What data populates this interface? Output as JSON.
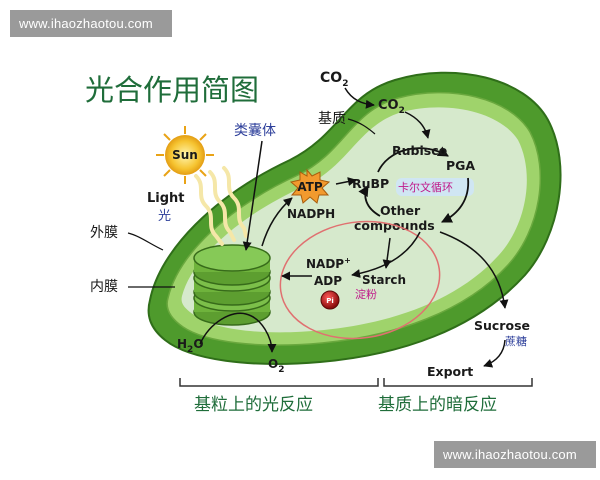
{
  "watermark": {
    "top": "www.ihaozhaotou.com",
    "bottom": "www.ihaozhaotou.com"
  },
  "title": "光合作用简图",
  "labels": {
    "co2_outside": "CO",
    "co2_outside_sub": "2",
    "co2_inside": "CO",
    "co2_inside_sub": "2",
    "stroma": "基质",
    "thylakoid": "类囊体",
    "sun": "Sun",
    "light_en": "Light",
    "light_zh": "光",
    "outer_membrane": "外膜",
    "inner_membrane": "内膜",
    "atp": "ATP",
    "nadph": "NADPH",
    "rubisco": "Rubisco",
    "pga": "PGA",
    "rubp": "RuBP",
    "calvin_cycle": "卡尔文循环",
    "other": "Other",
    "compounds": "compounds",
    "nadp": "NADP",
    "nadp_sup": "+",
    "adp": "ADP",
    "starch_en": "Starch",
    "starch_zh": "淀粉",
    "pi": "Pi",
    "h2o": "H",
    "h2o_sub": "2",
    "h2o_end": "O",
    "o2": "O",
    "o2_sub": "2",
    "sucrose_en": "Sucrose",
    "sucrose_zh": "蔗糖",
    "export": "Export",
    "light_reaction": "基粒上的光反应",
    "dark_reaction": "基质上的暗反应"
  },
  "colors": {
    "outer_green": "#4e9a2c",
    "inner_green": "#9fd36b",
    "stroma": "#d6e9cc",
    "thylakoid": "#7cbf4a",
    "atp_star": "#f29a2e",
    "starch_ring": "#e07070",
    "calvin_highlight": "#cfe6f7",
    "title": "#1f6d3a",
    "caption": "#1f6d3a"
  }
}
